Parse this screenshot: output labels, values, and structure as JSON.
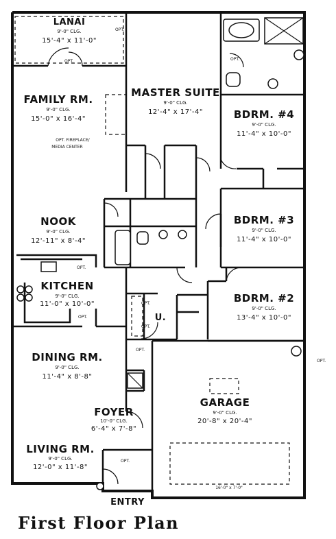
{
  "title": "First Floor Plan",
  "rooms": {
    "lanai": {
      "name": "LANAI",
      "ceiling": "9'-0\" CLG.",
      "size": "15'-4\" x 11'-0\""
    },
    "family": {
      "name": "FAMILY RM.",
      "ceiling": "9'-0\" CLG.",
      "size": "15'-0\" x 16'-4\"",
      "note1": "OPT. FIREPLACE/",
      "note2": "MEDIA CENTER"
    },
    "master": {
      "name": "MASTER SUITE",
      "ceiling": "9'-0\" CLG.",
      "size": "12'-4\" x 17'-4\""
    },
    "bdrm4": {
      "name": "BDRM. #4",
      "ceiling": "9'-0\" CLG.",
      "size": "11'-4\" x 10'-0\""
    },
    "bdrm3": {
      "name": "BDRM. #3",
      "ceiling": "9'-0\" CLG.",
      "size": "11'-4\" x 10'-0\""
    },
    "bdrm2": {
      "name": "BDRM. #2",
      "ceiling": "9'-0\" CLG.",
      "size": "13'-4\" x 10'-0\""
    },
    "nook": {
      "name": "NOOK",
      "ceiling": "9'-0\" CLG.",
      "size": "12'-11\" x 8'-4\""
    },
    "kitchen": {
      "name": "KITCHEN",
      "ceiling": "9'-0\" CLG.",
      "size": "11'-0\" x 10'-0\""
    },
    "dining": {
      "name": "DINING RM.",
      "ceiling": "9'-0\" CLG.",
      "size": "11'-4\" x 8'-8\""
    },
    "foyer": {
      "name": "FOYER",
      "ceiling": "10'-0\" CLG.",
      "size": "6'-4\" x 7'-8\""
    },
    "living": {
      "name": "LIVING RM.",
      "ceiling": "9'-0\" CLG.",
      "size": "12'-0\" x 11'-8\""
    },
    "garage": {
      "name": "GARAGE",
      "ceiling": "9'-0\" CLG.",
      "size": "20'-8\" x 20'-4\"",
      "door": "16'-0\" x 7'-0\""
    }
  },
  "labels": {
    "entry": "ENTRY",
    "utility": "U.",
    "opt": "OPT."
  }
}
